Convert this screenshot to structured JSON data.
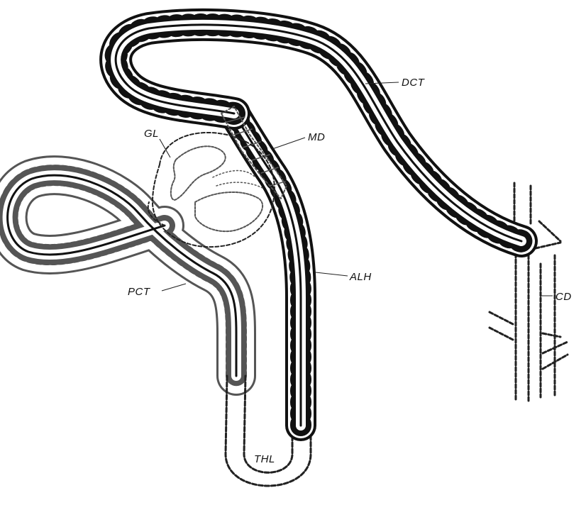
{
  "labels": {
    "gl": "GL",
    "md": "MD",
    "dct": "DCT",
    "alh": "ALH",
    "pct": "PCT",
    "thl": "THL",
    "cd": "CD"
  }
}
